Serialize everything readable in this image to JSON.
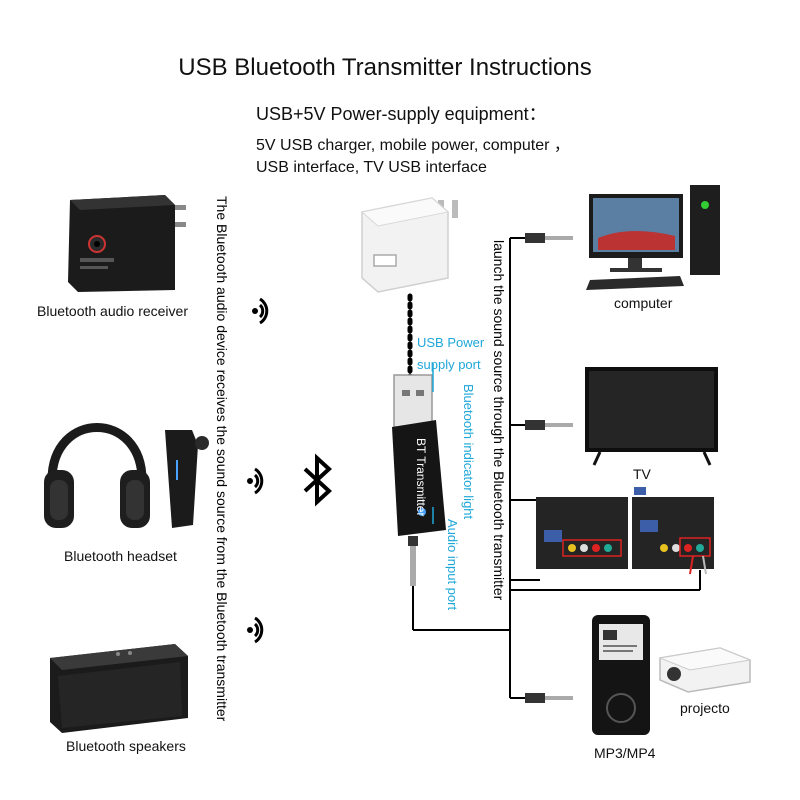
{
  "header": {
    "title": "USB Bluetooth Transmitter Instructions",
    "power_heading": "USB+5V Power-supply equipment：",
    "power_line1": "5V USB charger, mobile power, computer  ，",
    "power_line2": "USB interface, TV USB interface"
  },
  "left_devices": {
    "receiver": "Bluetooth audio receiver",
    "headset": "Bluetooth headset",
    "speakers": "Bluetooth speakers",
    "vertical_caption": "The Bluetooth audio device receives the sound source from the Bluetooth transmitter"
  },
  "transmitter": {
    "label": "BT Transmitter",
    "usb_power_line1": "USB Power",
    "usb_power_line2": "supply port",
    "indicator": "Bluetooth indicator light",
    "audio_input": "Audio input port"
  },
  "right_sources": {
    "vertical_caption": "launch the sound source through the Bluetooth transmitter",
    "computer": "computer",
    "tv": "TV",
    "projector": "projecto",
    "mp3": "MP3/MP4"
  },
  "colors": {
    "accent_cyan": "#1ea7d8",
    "device_black": "#1b1b1b",
    "line_black": "#000000"
  }
}
